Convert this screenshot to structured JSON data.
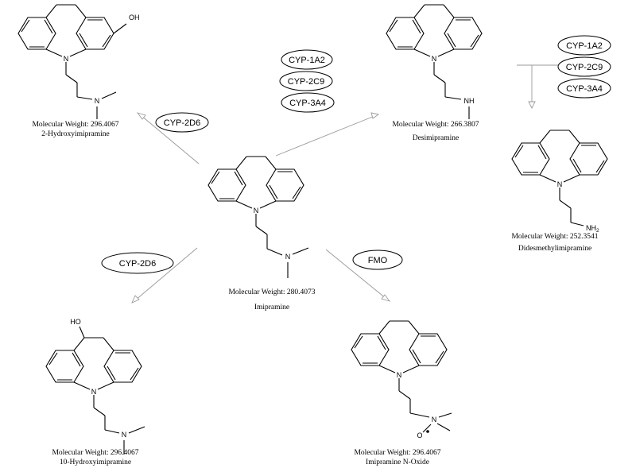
{
  "compounds": {
    "imipramine": {
      "mw": "Molecular Weight: 280.4073",
      "name": "Imipramine"
    },
    "hydroxy2": {
      "mw": "Molecular Weight: 296.4067",
      "name": "2-Hydroxyimipramine",
      "oh": "OH"
    },
    "desipramine": {
      "mw": "Molecular Weight: 266.3807",
      "name": "Desimipramine"
    },
    "didesmethyl": {
      "mw": "Molecular Weight: 252.3541",
      "name": "Didesmethylimipramine",
      "amine": "NH",
      "amine_sub": "2"
    },
    "hydroxy10": {
      "mw": "Molecular Weight: 296.4067",
      "name": "10-Hydroxyimipramine",
      "oh": "HO"
    },
    "noxide": {
      "mw": "Molecular Weight: 296.4067",
      "name": "Imipramine N-Oxide",
      "o": "O"
    }
  },
  "atoms": {
    "n": "N",
    "nh": "NH"
  },
  "enzymes": {
    "cyp2d6_top": "CYP-2D6",
    "cyp2d6_bottom": "CYP-2D6",
    "fmo": "FMO",
    "group_mid": [
      "CYP-1A2",
      "CYP-2C9",
      "CYP-3A4"
    ],
    "group_right": [
      "CYP-1A2",
      "CYP-2C9",
      "CYP-3A4"
    ]
  }
}
